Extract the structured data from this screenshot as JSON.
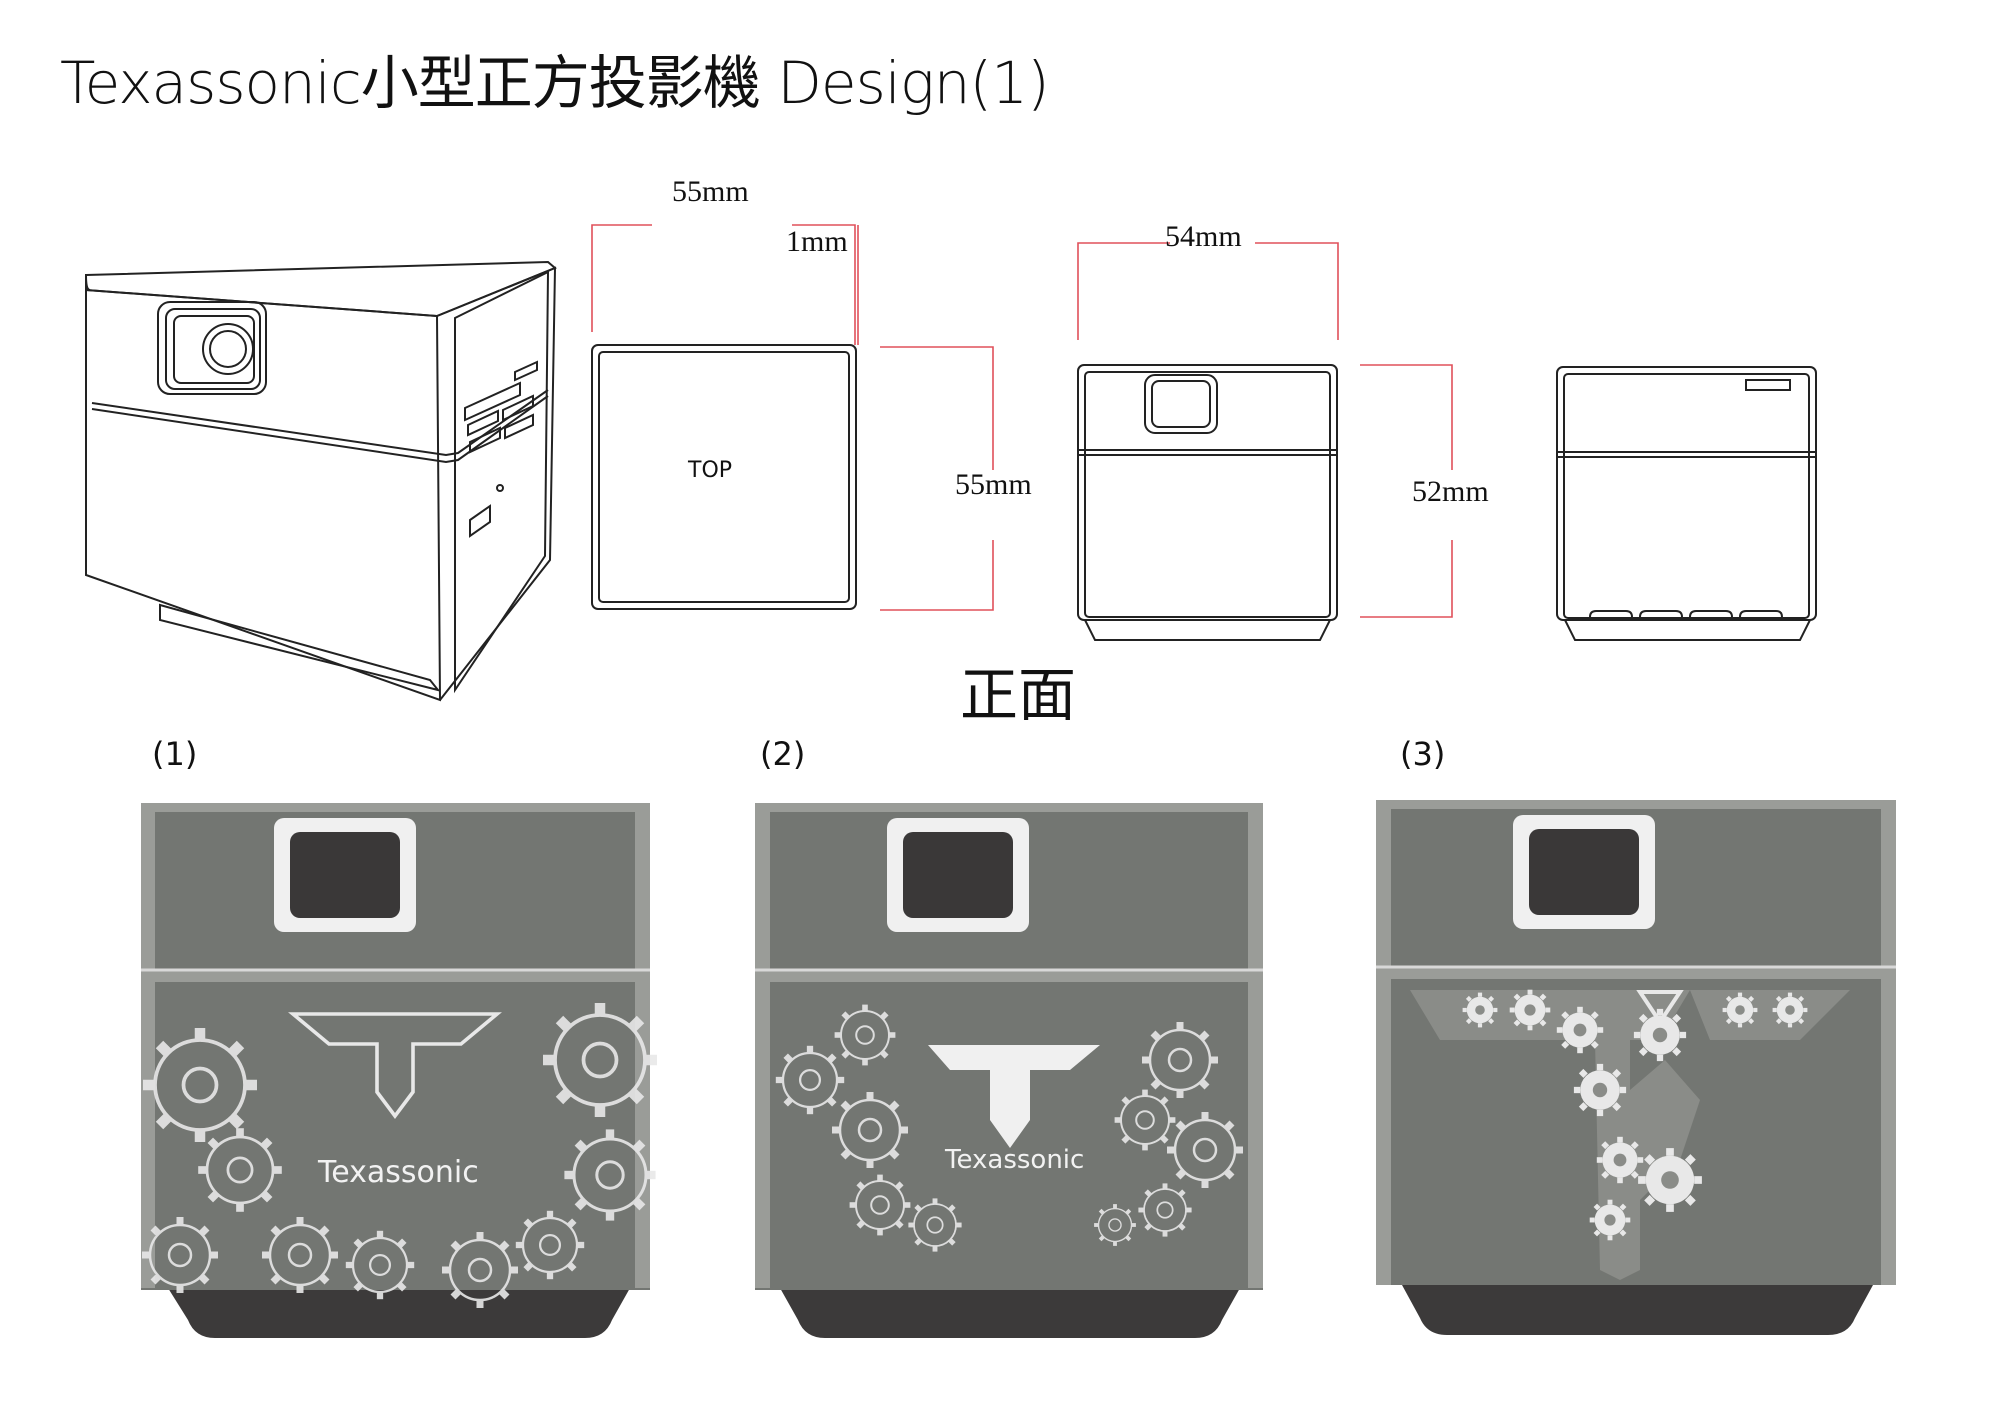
{
  "title": "Texassonic小型正方投影機 Design(1)",
  "dimensions": {
    "top_width": "55mm",
    "bezel": "1mm",
    "top_depth": "55mm",
    "front_width": "54mm",
    "front_height": "52mm"
  },
  "top_view_label": "TOP",
  "section_label": "正面",
  "variants": [
    {
      "label": "(1)",
      "brand": "Texassonic"
    },
    {
      "label": "(2)",
      "brand": "Texassonic"
    },
    {
      "label": "(3)",
      "brand": ""
    }
  ],
  "colors": {
    "body_gray": "#737672",
    "panel_light": "#9a9c98",
    "base_dark": "#3c3a3a",
    "dimension_line": "#e0505a",
    "lens_dark": "#3a3838"
  }
}
